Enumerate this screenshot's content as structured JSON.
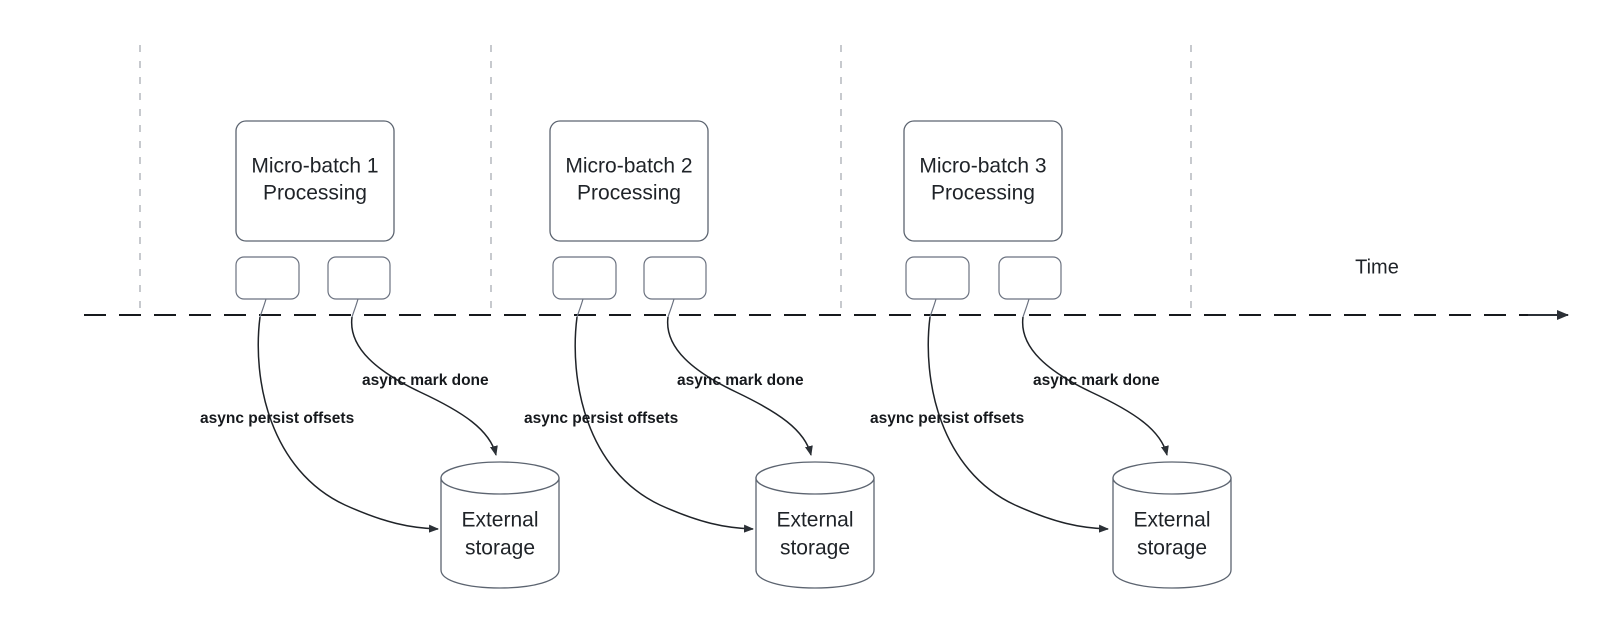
{
  "diagram": {
    "title_present": false,
    "timeline": {
      "axis_label": "Time",
      "style": "dashed-arrow"
    },
    "colors": {
      "node_stroke": "#5c6470",
      "edge_stroke": "#1f2328",
      "guide_line": "#b9bcc2",
      "text": "#1f2328",
      "background": "#ffffff"
    },
    "groups": [
      {
        "id": "group-1",
        "batch_label_line1": "Micro-batch 1",
        "batch_label_line2": "Processing",
        "task_boxes": [
          "",
          ""
        ],
        "edges": [
          {
            "label": "async persist offsets"
          },
          {
            "label": "async mark done"
          }
        ],
        "storage_label_line1": "External",
        "storage_label_line2": "storage"
      },
      {
        "id": "group-2",
        "batch_label_line1": "Micro-batch 2",
        "batch_label_line2": "Processing",
        "task_boxes": [
          "",
          ""
        ],
        "edges": [
          {
            "label": "async persist offsets"
          },
          {
            "label": "async mark done"
          }
        ],
        "storage_label_line1": "External",
        "storage_label_line2": "storage"
      },
      {
        "id": "group-3",
        "batch_label_line1": "Micro-batch 3",
        "batch_label_line2": "Processing",
        "task_boxes": [
          "",
          ""
        ],
        "edges": [
          {
            "label": "async persist offsets"
          },
          {
            "label": "async mark done"
          }
        ],
        "storage_label_line1": "External",
        "storage_label_line2": "storage"
      }
    ]
  }
}
